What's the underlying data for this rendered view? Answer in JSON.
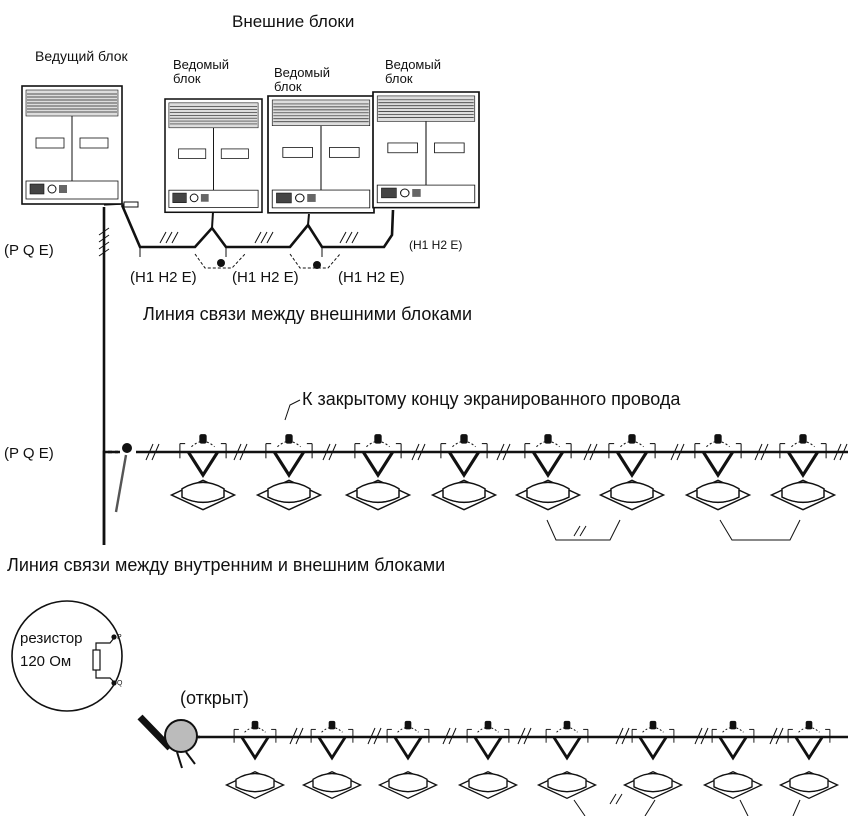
{
  "title": "Внешние блоки",
  "outdoor": {
    "master_label": "Ведущий блок",
    "slave1_label": "Ведомый\nблок",
    "slave2_label": "Ведомый\nблок",
    "slave3_label": "Ведомый\nблок"
  },
  "codes": {
    "pqe_top": "(P Q E)",
    "h1h2e_a": "(H1 H2 E)",
    "h1h2e_b": "(H1 H2 E)",
    "h1h2e_c": "(H1 H2 E)",
    "h1h2e_end": "(H1 H2 E)",
    "pqe_mid": "(P Q E)"
  },
  "captions": {
    "outdoor_line": "Линия связи между внешними блоками",
    "shield_note": "К закрытому концу экранированного провода",
    "indoor_outdoor_line": "Линия связи между внутренним и внешним блоками",
    "open": "(открыт)"
  },
  "resistor": {
    "label": "резистор",
    "value": "120 Ом",
    "pin_p": "P",
    "pin_q": "Q"
  },
  "icons": [
    "outdoor-unit-icon",
    "indoor-cassette-unit-icon",
    "resistor-icon",
    "shield-wire-break-icon",
    "connector-dot-icon"
  ]
}
